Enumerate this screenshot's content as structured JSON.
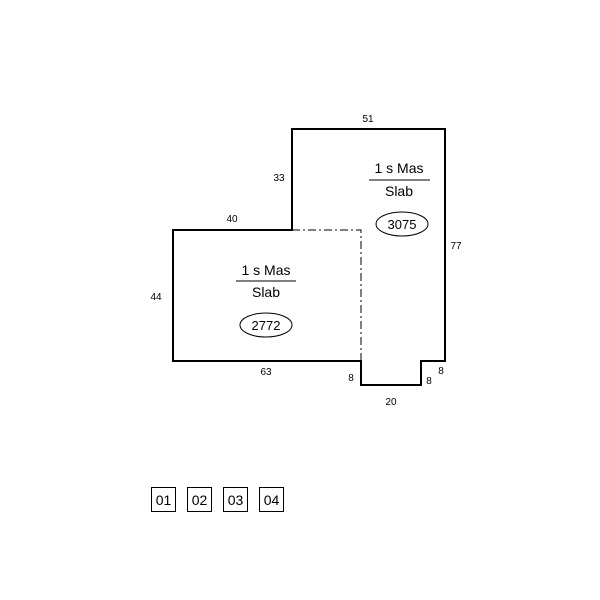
{
  "dimensions": {
    "top_right": "51",
    "upper_left_step": "33",
    "left_top": "40",
    "left_side": "44",
    "right_side": "77",
    "bottom_left": "63",
    "notch_left": "8",
    "notch_bottom": "20",
    "notch_right": "8",
    "notch_right_side": "8"
  },
  "areas": [
    {
      "label_top": "1 s Mas",
      "label_bottom": "Slab",
      "area": "3075"
    },
    {
      "label_top": "1 s Mas",
      "label_bottom": "Slab",
      "area": "2772"
    }
  ],
  "pages": [
    "01",
    "02",
    "03",
    "04"
  ]
}
